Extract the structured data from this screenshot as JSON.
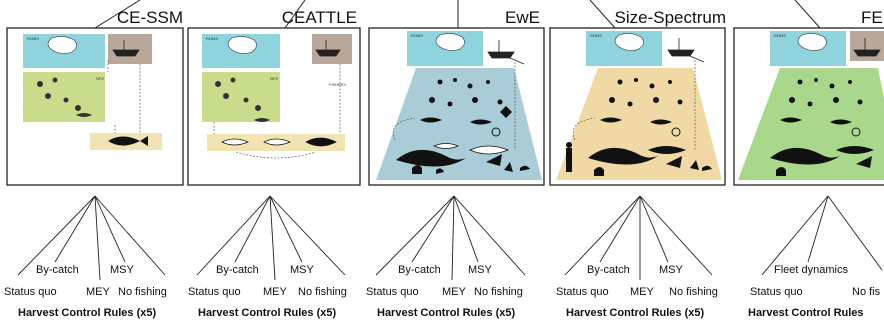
{
  "colors": {
    "roms_box": "#8fd3dc",
    "fishing_box": "#b9a89a",
    "npz_box": "#c8dc8c",
    "fish_box": "#f1e3b2",
    "ewe_bg": "#a9ccd6",
    "size_bg": "#f0d9a4",
    "fe_bg": "#a9d78c",
    "line": "#222222"
  },
  "panels": [
    {
      "title": "CE-SSM",
      "inner": {
        "roms": "ROMS",
        "npz": "NPZ"
      },
      "rules": [
        "Status quo",
        "By-catch",
        "MEY",
        "MSY",
        "No fishing"
      ],
      "rules_title": "Harvest Control Rules (x5)"
    },
    {
      "title": "CEATTLE",
      "inner": {
        "roms": "ROMS",
        "npz": "NPZ",
        "fishery": "FISHERY"
      },
      "rules": [
        "Status quo",
        "By-catch",
        "MEY",
        "MSY",
        "No fishing"
      ],
      "rules_title": "Harvest Control Rules (x5)"
    },
    {
      "title": "EwE",
      "inner": {
        "roms": "ROMS"
      },
      "rules": [
        "Status quo",
        "By-catch",
        "MEY",
        "MSY",
        "No fishing"
      ],
      "rules_title": "Harvest Control Rules (x5)"
    },
    {
      "title": "Size-Spectrum",
      "inner": {
        "roms": "ROMS"
      },
      "rules": [
        "Status quo",
        "By-catch",
        "MEY",
        "MSY",
        "No fishing"
      ],
      "rules_title": "Harvest Control Rules (x5)"
    },
    {
      "title": "FE",
      "inner": {
        "roms": "ROMS"
      },
      "rules": [
        "Status quo",
        "Fleet dynamics",
        "No fis"
      ],
      "rules_title": "Harvest Control Rules"
    }
  ]
}
